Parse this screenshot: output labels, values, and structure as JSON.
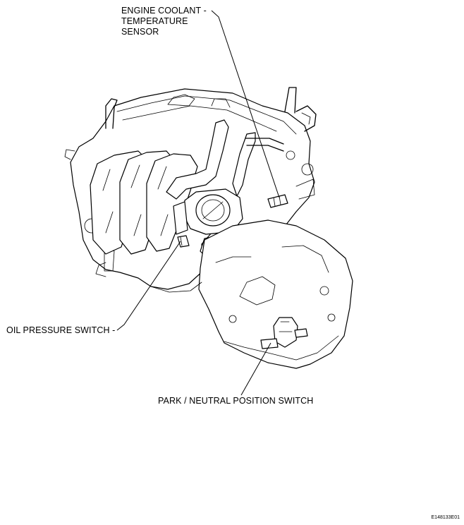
{
  "labels": {
    "engine_coolant_temperature_sensor": [
      "ENGINE COOLANT -",
      "TEMPERATURE",
      "SENSOR"
    ],
    "oil_pressure_switch": "OIL PRESSURE SWITCH -",
    "park_neutral_position_switch": "PARK / NEUTRAL POSITION SWITCH"
  },
  "figure_code": "E148133E01"
}
